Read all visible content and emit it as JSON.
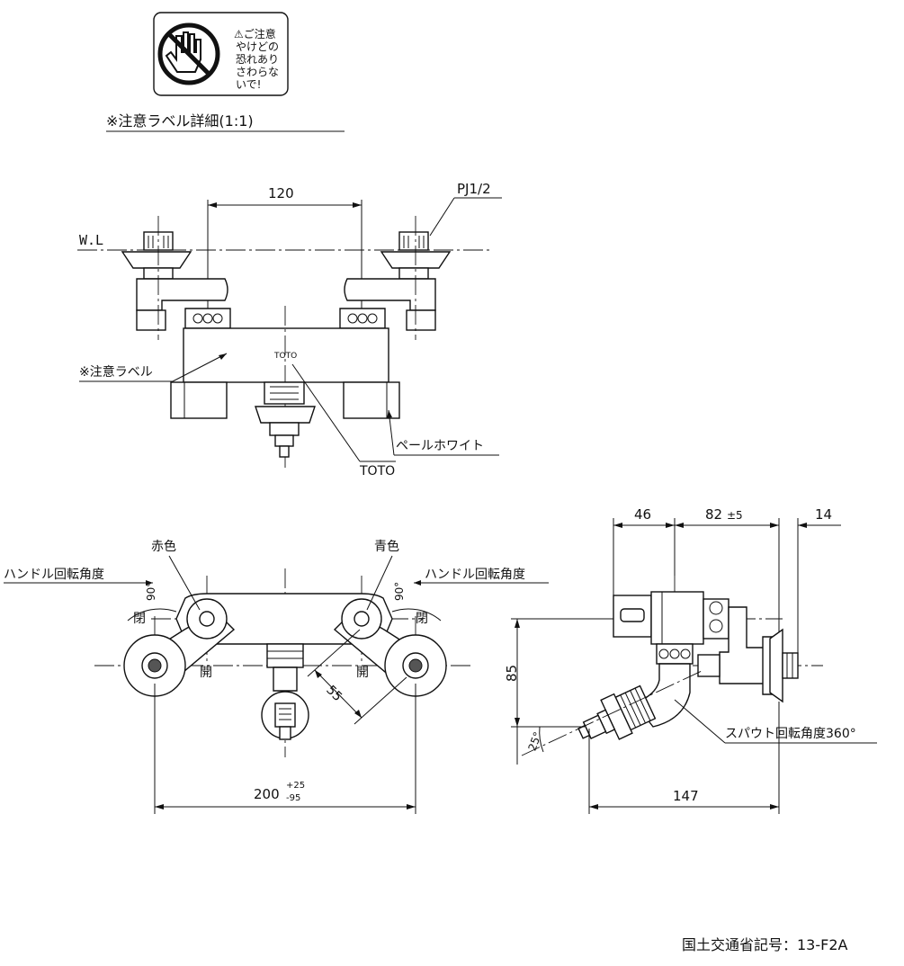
{
  "caution_label": {
    "text_lines": [
      "⚠ご注意",
      "やけどの",
      "恐れあり",
      "さわらな",
      "いで!"
    ],
    "caption": "※注意ラベル詳細(1:1)"
  },
  "top_view": {
    "dim_center_spacing": "120",
    "pipe_thread": "PJ1/2",
    "water_line": "W.L",
    "callout_label": "※注意ラベル",
    "brand_mark": "TOTO",
    "callout_color": "ペールホワイト",
    "callout_brand": "TOTO"
  },
  "front_view": {
    "red_label": "赤色",
    "blue_label": "青色",
    "handle_angle_left": "ハンドル回転角度",
    "handle_angle_right": "ハンドル回転角度",
    "angle_left": "90°",
    "angle_right": "90°",
    "close_left": "閉",
    "open_left": "開",
    "close_right": "閉",
    "open_right": "開",
    "dim_55": "55",
    "dim_200": "200",
    "tol_plus": "+25",
    "tol_minus": "-95"
  },
  "side_view": {
    "dim_46": "46",
    "dim_82": "82",
    "dim_82_tol": "±5",
    "dim_14": "14",
    "dim_85": "85",
    "angle_25": "25°",
    "spout_note": "スパウト回転角度360°",
    "dim_147": "147"
  },
  "footer": {
    "mlit_code": "国土交通省記号：13-F2A"
  }
}
